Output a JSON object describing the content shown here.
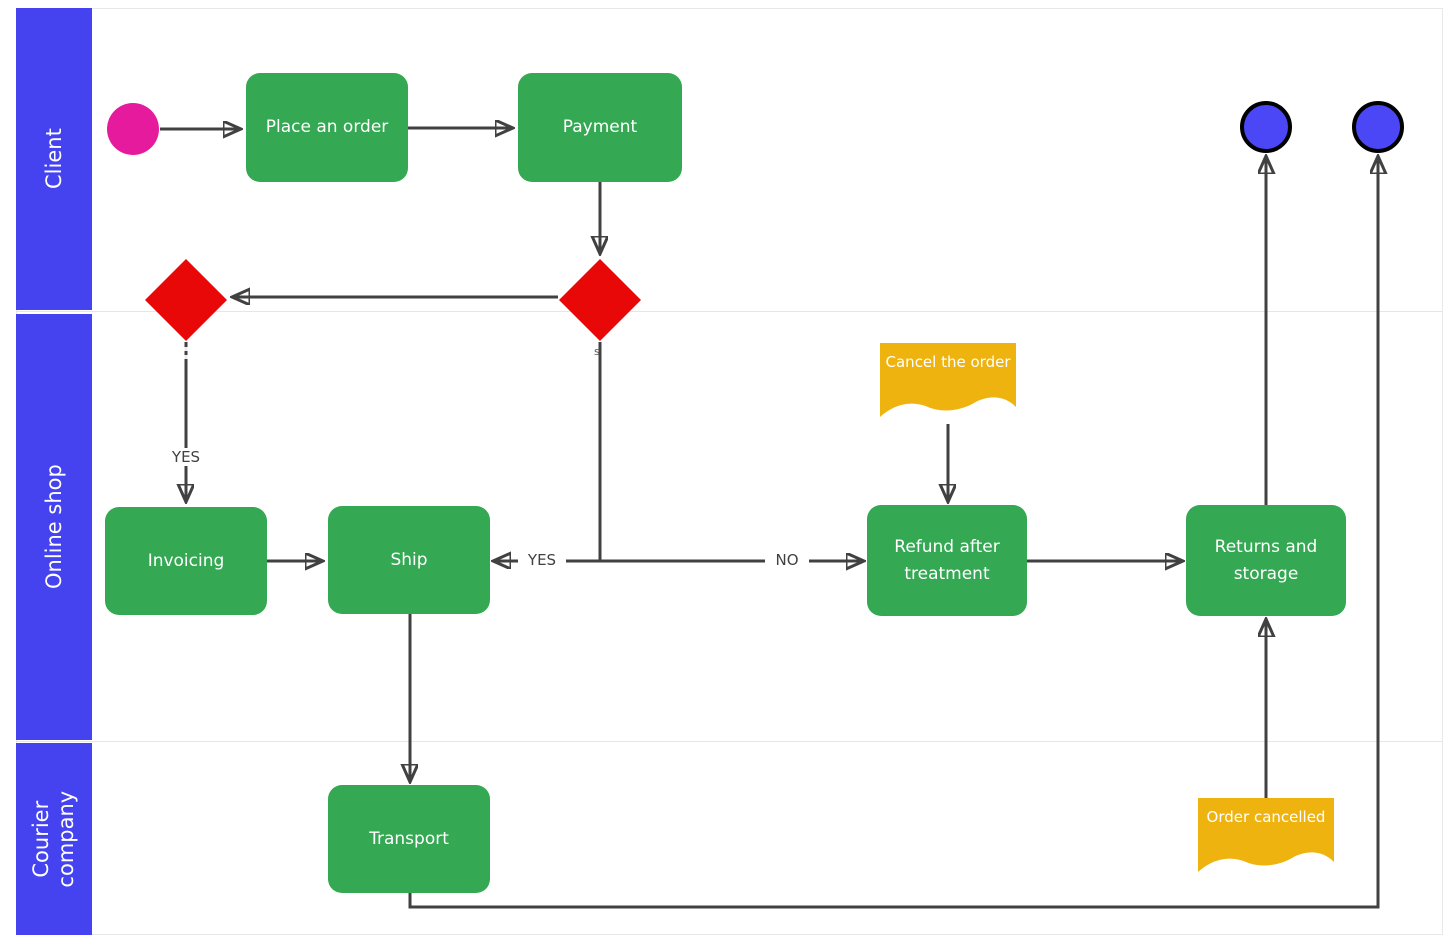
{
  "lanes": [
    {
      "label": "Client"
    },
    {
      "label": "Online shop"
    },
    {
      "label": "Courier company"
    }
  ],
  "nodes": {
    "place_order": {
      "label": "Place an order"
    },
    "payment": {
      "label": "Payment"
    },
    "invoicing": {
      "label": "Invoicing"
    },
    "ship": {
      "label": "Ship"
    },
    "refund": {
      "label": "Refund after treatment"
    },
    "returns": {
      "label": "Returns and storage"
    },
    "transport": {
      "label": "Transport"
    },
    "cancel_order_note": {
      "label": "Cancel the order"
    },
    "order_cancelled_note": {
      "label": "Order cancelled"
    }
  },
  "edge_labels": {
    "decision1_yes": "YES",
    "decision2_yes": "YES",
    "decision2_no": "NO",
    "decision2_fragment": "s"
  },
  "colors": {
    "lane_blue": "#4543f0",
    "task_green": "#34a853",
    "decision_red": "#e90808",
    "start_magenta": "#e61a9d",
    "end_blue": "#4b47f7",
    "note_yellow": "#efb310",
    "connector_gray": "#414141"
  }
}
